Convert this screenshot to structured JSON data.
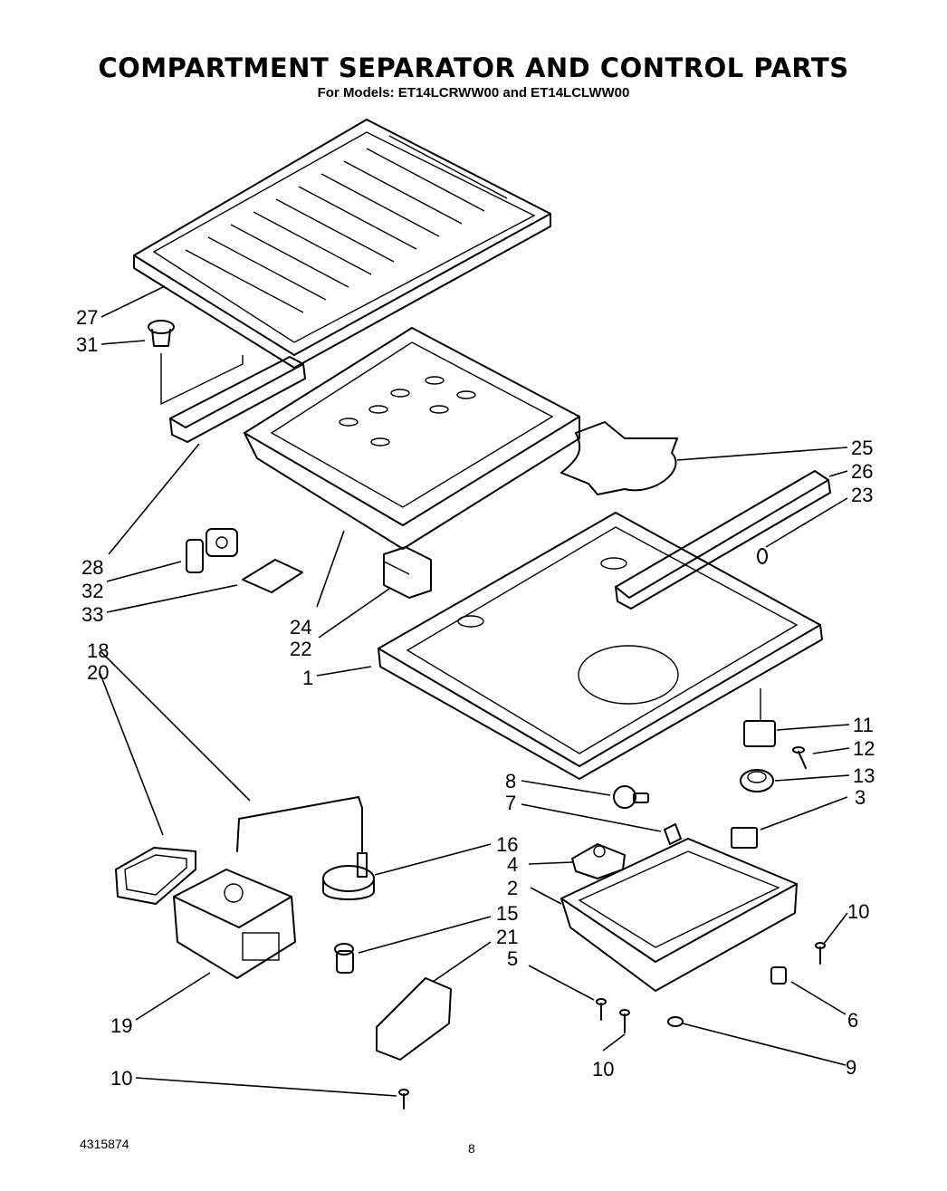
{
  "header": {
    "title": "COMPARTMENT SEPARATOR AND CONTROL  PARTS",
    "subtitle": "For Models: ET14LCRWW00 and ET14LCLWW00"
  },
  "callouts": {
    "c27": "27",
    "c31": "31",
    "c25": "25",
    "c26": "26",
    "c23": "23",
    "c28": "28",
    "c32": "32",
    "c33": "33",
    "c24": "24",
    "c22": "22",
    "c1": "1",
    "c18": "18",
    "c20": "20",
    "c11": "11",
    "c12": "12",
    "c13": "13",
    "c3": "3",
    "c8": "8",
    "c7": "7",
    "c16": "16",
    "c4": "4",
    "c2": "2",
    "c15": "15",
    "c21": "21",
    "c5": "5",
    "c10a": "10",
    "c6": "6",
    "c19": "19",
    "c10b": "10",
    "c9": "9",
    "c10c": "10"
  },
  "footer": {
    "doc_number": "4315874",
    "page_number": "8"
  }
}
